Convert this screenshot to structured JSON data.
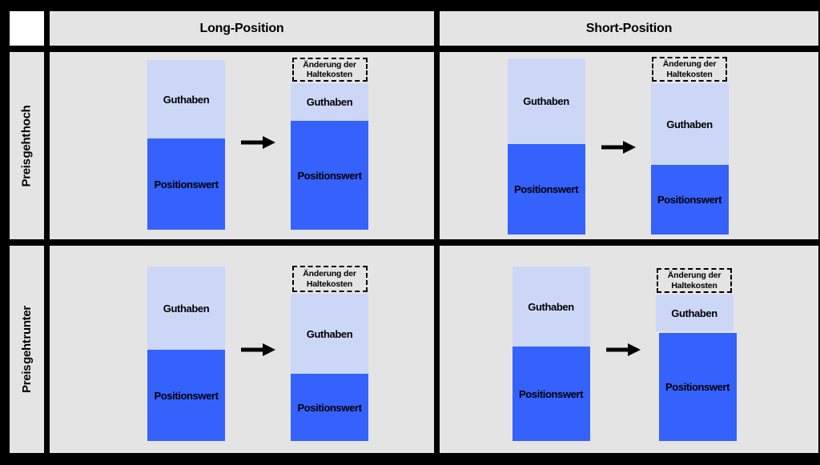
{
  "diagram": {
    "column_headers": [
      "Long-Position",
      "Short-Position"
    ],
    "row_headers": [
      "Preis geht hoch",
      "Preis geht runter"
    ],
    "labels": {
      "guthaben": "Guthaben",
      "positionswert": "Positionswert",
      "haltekosten_change": "Änderung der Haltekosten"
    },
    "colors": {
      "guthaben_fill": "#ccd7f8",
      "positionswert_fill": "#3561fc",
      "cell_background": "#e4e4e4",
      "corner_background": "#ffffff",
      "grid_frame": "#000000",
      "text": "#000000"
    },
    "quadrants": [
      {
        "id": "long-price-up",
        "column": "Long-Position",
        "row": "Preis geht hoch",
        "before": {
          "guthaben": 98,
          "positionswert": 114
        },
        "after": {
          "haltekosten": 30,
          "guthaben": 47,
          "positionswert": 136
        }
      },
      {
        "id": "short-price-up",
        "column": "Short-Position",
        "row": "Preis geht hoch",
        "before": {
          "guthaben": 107,
          "positionswert": 113
        },
        "after": {
          "haltekosten": 31,
          "guthaben": 102,
          "positionswert": 87
        }
      },
      {
        "id": "long-price-down",
        "column": "Long-Position",
        "row": "Preis geht runter",
        "before": {
          "guthaben": 104,
          "positionswert": 114
        },
        "after": {
          "haltekosten": 33,
          "guthaben": 100,
          "positionswert": 84
        }
      },
      {
        "id": "short-price-down",
        "column": "Short-Position",
        "row": "Preis geht runter",
        "before": {
          "guthaben": 100,
          "positionswert": 118
        },
        "after": {
          "haltekosten": 31,
          "guthaben": 46,
          "positionswert": 135
        }
      }
    ]
  }
}
